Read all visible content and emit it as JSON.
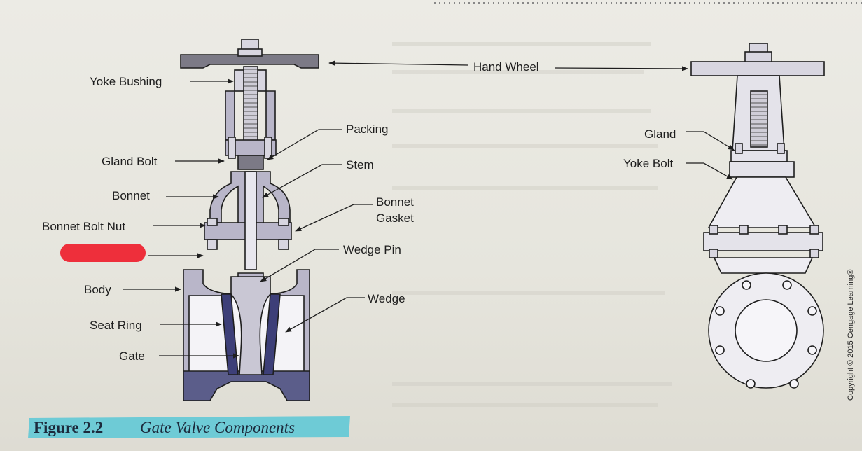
{
  "figure": {
    "caption_number": "Figure 2.2",
    "caption_title": "Gate Valve Components",
    "copyright": "Copyright © 2015 Cengage Learning®"
  },
  "labels": {
    "hand_wheel": "Hand Wheel",
    "yoke_bushing": "Yoke Bushing",
    "packing": "Packing",
    "gland_bolt": "Gland Bolt",
    "stem": "Stem",
    "bonnet": "Bonnet",
    "bonnet_gasket_line1": "Bonnet",
    "bonnet_gasket_line2": "Gasket",
    "bonnet_bolt_nut": "Bonnet Bolt Nut",
    "wedge_pin": "Wedge Pin",
    "body": "Body",
    "wedge": "Wedge",
    "seat_ring": "Seat Ring",
    "gate": "Gate",
    "gland": "Gland",
    "yoke_bolt": "Yoke Bolt"
  },
  "colors": {
    "valve_fill": "#b9b6c9",
    "seat_ring": "#3d3f78",
    "redaction": "#ee2f3b",
    "caption_highlight": "#5ac8d6",
    "line": "#1e1e1e"
  },
  "annotations": {
    "redacted_label": "redacted-red-mark"
  }
}
